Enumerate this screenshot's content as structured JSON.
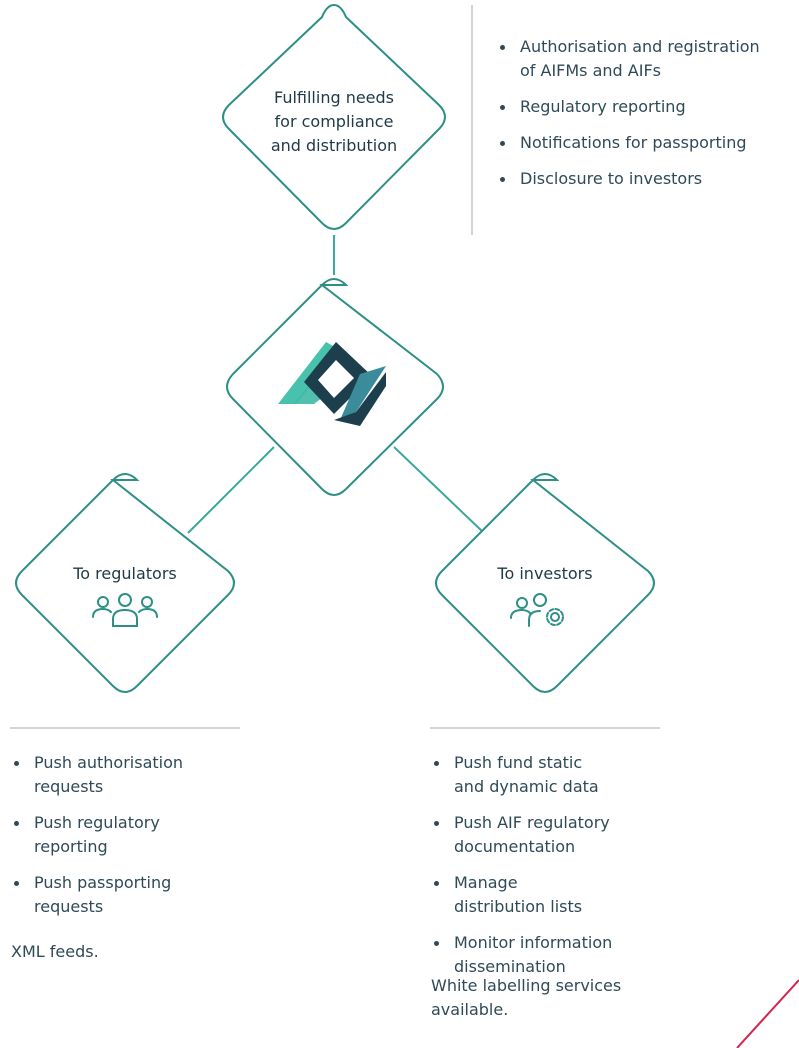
{
  "top_diamond": {
    "label_lines": [
      "Fulfilling needs",
      "for compliance",
      "and distribution"
    ]
  },
  "compliance_list": {
    "items": [
      [
        "Authorisation and registration",
        "of AIFMs and AIFs"
      ],
      [
        "Regulatory reporting"
      ],
      [
        "Notifications for passporting"
      ],
      [
        "Disclosure to investors"
      ]
    ]
  },
  "center_diamond": {
    "icon": "brand-logo-icon"
  },
  "regulators": {
    "label": "To regulators",
    "icon": "users-group-icon",
    "items": [
      [
        "Push authorisation",
        "requests"
      ],
      [
        "Push regulatory",
        "reporting"
      ],
      [
        "Push passporting",
        "requests"
      ]
    ],
    "note": "XML feeds."
  },
  "investors": {
    "label": "To investors",
    "icon": "users-settings-icon",
    "items": [
      [
        "Push fund static",
        "and dynamic data"
      ],
      [
        "Push AIF regulatory",
        "documentation"
      ],
      [
        "Manage",
        "distribution lists"
      ],
      [
        "Monitor information",
        "dissemination"
      ]
    ],
    "note_lines": [
      "White labelling services",
      "available."
    ]
  },
  "colors": {
    "accent": "#2d8f86",
    "connector": "#3aa89a",
    "logo_light": "#3fb9a6",
    "logo_dark": "#1d3f4d",
    "rule": "#d0d5d8",
    "corner_line": "#d6224f"
  }
}
